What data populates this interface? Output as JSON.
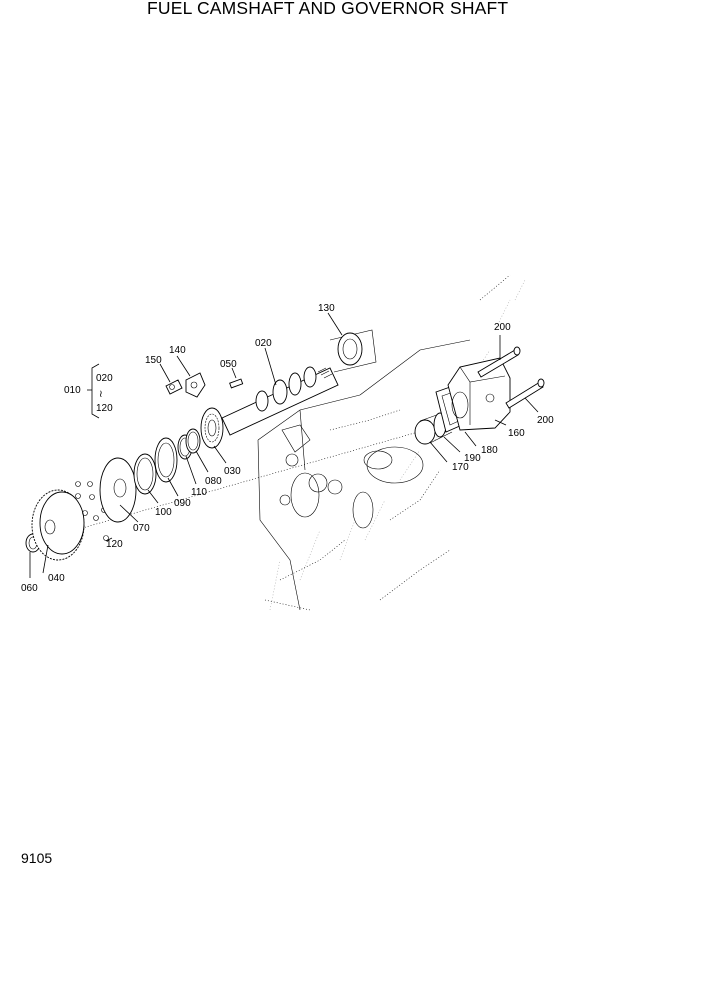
{
  "title": "FUEL CAMSHAFT AND GOVERNOR SHAFT",
  "page_number": "9105",
  "bracket": {
    "ref": "010",
    "from": "020",
    "sep": "≀",
    "to": "120"
  },
  "callouts": {
    "p020": "020",
    "p030": "030",
    "p040": "040",
    "p050": "050",
    "p060": "060",
    "p070": "070",
    "p080": "080",
    "p090": "090",
    "p100": "100",
    "p110": "110",
    "p120": "120",
    "p130": "130",
    "p140": "140",
    "p150": "150",
    "p160": "160",
    "p170": "170",
    "p180": "180",
    "p190": "190",
    "p200a": "200",
    "p200b": "200"
  }
}
